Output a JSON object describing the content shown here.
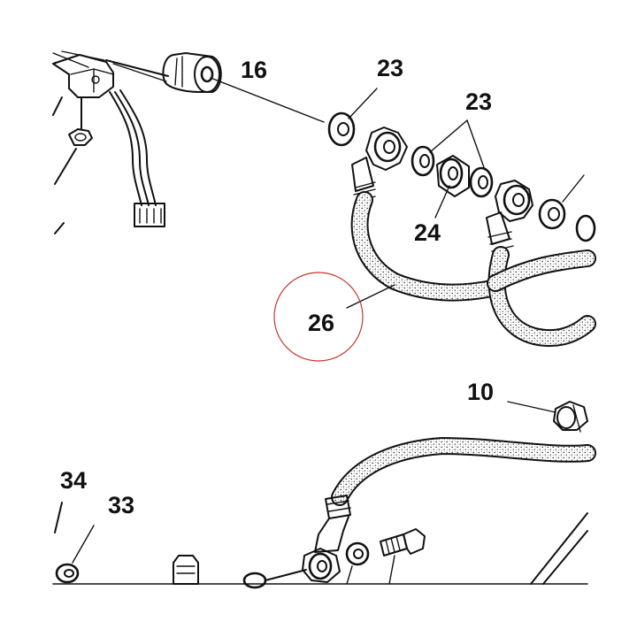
{
  "diagram": {
    "labels": {
      "l16": "16",
      "l23a": "23",
      "l23b": "23",
      "l24": "24",
      "l26": "26",
      "l10": "10",
      "l34": "34",
      "l33": "33"
    },
    "colors": {
      "ink": "#111111",
      "highlight_circle": "#c0392b",
      "background": "#ffffff"
    },
    "highlighted_part": "26"
  }
}
